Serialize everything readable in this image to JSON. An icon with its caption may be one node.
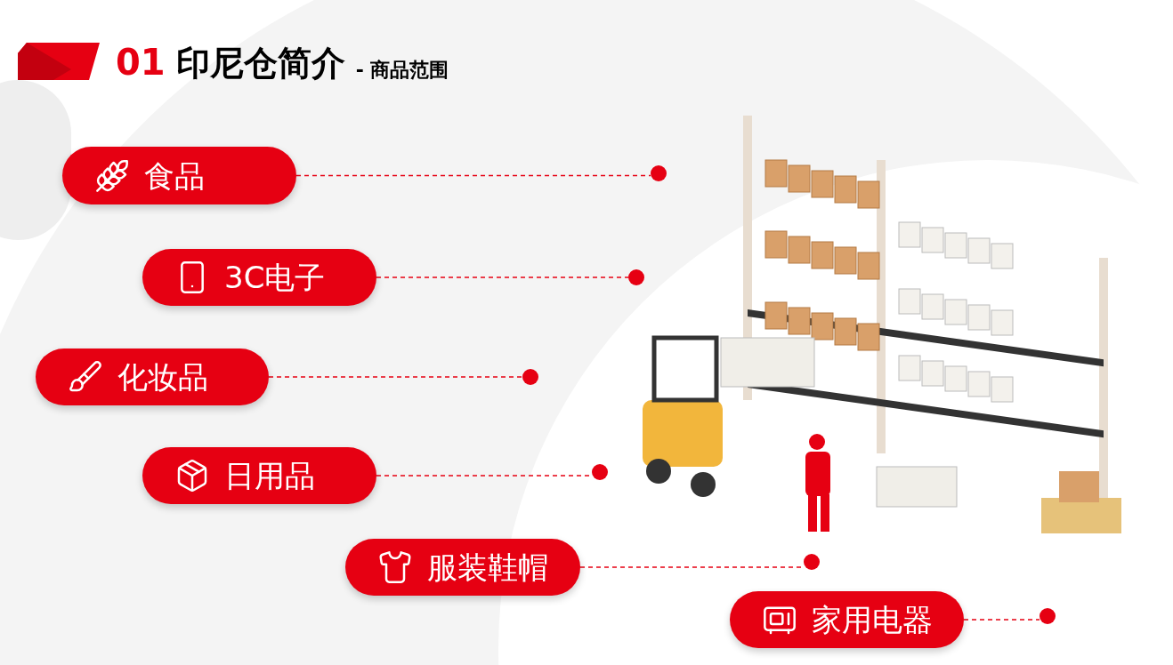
{
  "diagram": {
    "title": "01 印尼仓简介 - 商品范围",
    "nodes": [
      {
        "text": [
          "食品"
        ]
      },
      {
        "text": [],
        "shape": "circle"
      },
      {
        "text": [
          "3C电子"
        ]
      },
      {
        "text": [],
        "shape": "circle"
      },
      {
        "text": [
          "化妆品"
        ]
      },
      {
        "text": [],
        "shape": "circle"
      },
      {
        "text": [
          "日用品"
        ]
      },
      {
        "text": [],
        "shape": "circle"
      },
      {
        "text": [
          "服装鞋帽"
        ]
      },
      {
        "text": [],
        "shape": "circle"
      },
      {
        "text": [
          "家用电器"
        ]
      },
      {
        "text": [],
        "shape": "circle"
      }
    ],
    "edges": [
      {
        "from": 0,
        "to": 1,
        "arrow": "none",
        "style": "dashed"
      },
      {
        "from": 2,
        "to": 3,
        "arrow": "none",
        "style": "dashed"
      },
      {
        "from": 4,
        "to": 5,
        "arrow": "none",
        "style": "dashed"
      },
      {
        "from": 6,
        "to": 7,
        "arrow": "none",
        "style": "dashed"
      },
      {
        "from": 8,
        "to": 9,
        "arrow": "none",
        "style": "dashed"
      },
      {
        "from": 10,
        "to": 11,
        "arrow": "none",
        "style": "dashed"
      }
    ]
  }
}
